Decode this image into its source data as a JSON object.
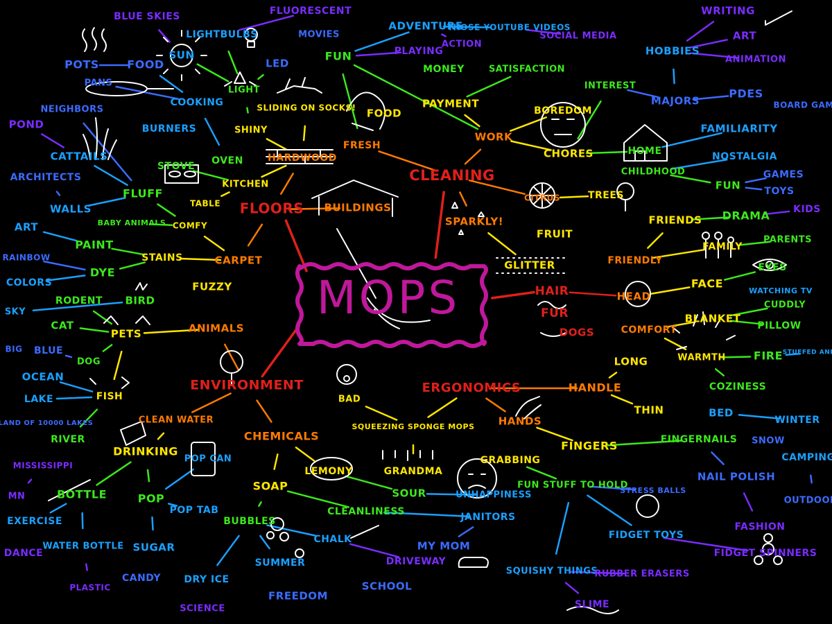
{
  "colors": {
    "background": "#000000",
    "center": "#c0189b",
    "red": "#e0201a",
    "orange": "#ff7a00",
    "yellow": "#ffe600",
    "green": "#3ce81c",
    "cyan": "#1aa0ff",
    "blue": "#3b6bff",
    "purple": "#7a2cff"
  },
  "map": {
    "center": "MOPS",
    "nodes": [
      {
        "id": "floors",
        "label": "FLOORS",
        "color": "red"
      },
      {
        "id": "buildings",
        "label": "BUILDINGS",
        "color": "orange"
      },
      {
        "id": "cleaning",
        "label": "CLEANING",
        "color": "red"
      },
      {
        "id": "sparkly",
        "label": "SPARKLY!",
        "color": "orange"
      },
      {
        "id": "glitter",
        "label": "GLITTER",
        "color": "yellow"
      },
      {
        "id": "hair",
        "label": "HAIR",
        "color": "red"
      },
      {
        "id": "fur",
        "label": "FUR",
        "color": "red"
      },
      {
        "id": "dogs",
        "label": "DOGS",
        "color": "red"
      },
      {
        "id": "environment",
        "label": "ENVIRONMENT",
        "color": "red"
      },
      {
        "id": "ergonomics",
        "label": "ERGONOMICS",
        "color": "red"
      },
      {
        "id": "chemicals",
        "label": "CHEMICALS",
        "color": "orange"
      },
      {
        "id": "animals",
        "label": "ANIMALS",
        "color": "orange"
      },
      {
        "id": "carpet",
        "label": "CARPET",
        "color": "orange"
      },
      {
        "id": "hardwood",
        "label": "HARDWOOD",
        "color": "orange"
      },
      {
        "id": "kitchen",
        "label": "KITCHEN",
        "color": "yellow"
      },
      {
        "id": "shiny",
        "label": "SHINY",
        "color": "yellow"
      },
      {
        "id": "sliding",
        "label": "SLIDING ON SOCKS!",
        "color": "yellow"
      },
      {
        "id": "light",
        "label": "LIGHT",
        "color": "green"
      },
      {
        "id": "sun",
        "label": "SUN",
        "color": "cyan"
      },
      {
        "id": "bluesky",
        "label": "BLUE SKIES",
        "color": "purple"
      },
      {
        "id": "lightbulbs",
        "label": "LIGHTBULBS",
        "color": "cyan"
      },
      {
        "id": "fluorescent",
        "label": "FLUORESCENT",
        "color": "purple"
      },
      {
        "id": "led",
        "label": "LED",
        "color": "blue"
      },
      {
        "id": "cooking",
        "label": "COOKING",
        "color": "cyan"
      },
      {
        "id": "pots",
        "label": "POTS",
        "color": "blue"
      },
      {
        "id": "food1",
        "label": "FOOD",
        "color": "blue"
      },
      {
        "id": "pans",
        "label": "PANS",
        "color": "blue"
      },
      {
        "id": "burners",
        "label": "BURNERS",
        "color": "cyan"
      },
      {
        "id": "stove",
        "label": "STOVE",
        "color": "green"
      },
      {
        "id": "oven",
        "label": "OVEN",
        "color": "green"
      },
      {
        "id": "table",
        "label": "TABLE",
        "color": "yellow"
      },
      {
        "id": "fluff",
        "label": "FLUFF",
        "color": "green"
      },
      {
        "id": "cattails",
        "label": "CATTAILS",
        "color": "cyan"
      },
      {
        "id": "pond",
        "label": "POND",
        "color": "purple"
      },
      {
        "id": "neighbors",
        "label": "NEIGHBORS",
        "color": "blue"
      },
      {
        "id": "architects",
        "label": "ARCHITECTS",
        "color": "blue"
      },
      {
        "id": "walls",
        "label": "WALLS",
        "color": "cyan"
      },
      {
        "id": "babyanimals",
        "label": "BABY ANIMALS",
        "color": "green"
      },
      {
        "id": "comfy",
        "label": "COMFY",
        "color": "yellow"
      },
      {
        "id": "art1",
        "label": "ART",
        "color": "cyan"
      },
      {
        "id": "paint",
        "label": "PAINT",
        "color": "green"
      },
      {
        "id": "rainbow",
        "label": "RAINBOW",
        "color": "blue"
      },
      {
        "id": "dye",
        "label": "DYE",
        "color": "green"
      },
      {
        "id": "colors",
        "label": "COLORS",
        "color": "cyan"
      },
      {
        "id": "stains",
        "label": "STAINS",
        "color": "yellow"
      },
      {
        "id": "fuzzy",
        "label": "FUZZY",
        "color": "yellow"
      },
      {
        "id": "rodent",
        "label": "RODENT",
        "color": "green"
      },
      {
        "id": "bird",
        "label": "BIRD",
        "color": "green"
      },
      {
        "id": "sky",
        "label": "SKY",
        "color": "cyan"
      },
      {
        "id": "cat",
        "label": "CAT",
        "color": "green"
      },
      {
        "id": "pets",
        "label": "PETS",
        "color": "yellow"
      },
      {
        "id": "big",
        "label": "BIG",
        "color": "blue"
      },
      {
        "id": "blue",
        "label": "BLUE",
        "color": "blue"
      },
      {
        "id": "dog",
        "label": "DOG",
        "color": "green"
      },
      {
        "id": "ocean",
        "label": "OCEAN",
        "color": "cyan"
      },
      {
        "id": "lake",
        "label": "LAKE",
        "color": "cyan"
      },
      {
        "id": "fish",
        "label": "FISH",
        "color": "yellow"
      },
      {
        "id": "land10000",
        "label": "LAND OF 10000 LAKES",
        "color": "blue"
      },
      {
        "id": "river",
        "label": "RIVER",
        "color": "green"
      },
      {
        "id": "mississippi",
        "label": "MISSISSIPPI",
        "color": "purple"
      },
      {
        "id": "mn",
        "label": "MN",
        "color": "purple"
      },
      {
        "id": "bottle",
        "label": "BOTTLE",
        "color": "green"
      },
      {
        "id": "exercise",
        "label": "EXERCISE",
        "color": "cyan"
      },
      {
        "id": "dance",
        "label": "DANCE",
        "color": "purple"
      },
      {
        "id": "waterbottle",
        "label": "WATER BOTTLE",
        "color": "cyan"
      },
      {
        "id": "plastic",
        "label": "PLASTIC",
        "color": "purple"
      },
      {
        "id": "drinking",
        "label": "DRINKING",
        "color": "yellow"
      },
      {
        "id": "cleanwater",
        "label": "CLEAN WATER",
        "color": "orange"
      },
      {
        "id": "pop",
        "label": "POP",
        "color": "green"
      },
      {
        "id": "popcan",
        "label": "POP CAN",
        "color": "cyan"
      },
      {
        "id": "poptab",
        "label": "POP TAB",
        "color": "cyan"
      },
      {
        "id": "sugar",
        "label": "SUGAR",
        "color": "cyan"
      },
      {
        "id": "candy",
        "label": "CANDY",
        "color": "blue"
      },
      {
        "id": "soap",
        "label": "SOAP",
        "color": "yellow"
      },
      {
        "id": "bubbles",
        "label": "BUBBLES",
        "color": "green"
      },
      {
        "id": "dryice",
        "label": "DRY ICE",
        "color": "cyan"
      },
      {
        "id": "science",
        "label": "SCIENCE",
        "color": "purple"
      },
      {
        "id": "summer",
        "label": "SUMMER",
        "color": "cyan"
      },
      {
        "id": "freedom",
        "label": "FREEDOM",
        "color": "blue"
      },
      {
        "id": "chalk",
        "label": "CHALK",
        "color": "cyan"
      },
      {
        "id": "driveway",
        "label": "DRIVEWAY",
        "color": "purple"
      },
      {
        "id": "school",
        "label": "SCHOOL",
        "color": "blue"
      },
      {
        "id": "cleanliness",
        "label": "CLEANLINESS",
        "color": "green"
      },
      {
        "id": "janitors",
        "label": "JANITORS",
        "color": "cyan"
      },
      {
        "id": "mymom",
        "label": "MY MOM",
        "color": "blue"
      },
      {
        "id": "lemony",
        "label": "LEMONY",
        "color": "yellow"
      },
      {
        "id": "sour",
        "label": "SOUR",
        "color": "green"
      },
      {
        "id": "unhappiness",
        "label": "UNHAPPINESS",
        "color": "cyan"
      },
      {
        "id": "bad",
        "label": "BAD",
        "color": "yellow"
      },
      {
        "id": "squeezing",
        "label": "SQUEEZING SPONGE MOPS",
        "color": "yellow"
      },
      {
        "id": "grandma",
        "label": "GRANDMA",
        "color": "yellow"
      },
      {
        "id": "hands",
        "label": "HANDS",
        "color": "orange"
      },
      {
        "id": "grabbing",
        "label": "GRABBING",
        "color": "yellow"
      },
      {
        "id": "funstuff",
        "label": "FUN STUFF TO HOLD",
        "color": "green"
      },
      {
        "id": "stressballs",
        "label": "STRESS BALLS",
        "color": "blue"
      },
      {
        "id": "fidgettoys",
        "label": "FIDGET TOYS",
        "color": "cyan"
      },
      {
        "id": "fidgetspinners",
        "label": "FIDGET SPINNERS",
        "color": "purple"
      },
      {
        "id": "squishy",
        "label": "SQUISHY THINGS",
        "color": "cyan"
      },
      {
        "id": "rubbererasers",
        "label": "RUBBER ERASERS",
        "color": "purple"
      },
      {
        "id": "slime",
        "label": "SLIME",
        "color": "purple"
      },
      {
        "id": "fingers",
        "label": "FINGERS",
        "color": "yellow"
      },
      {
        "id": "fingernails",
        "label": "FINGERNAILS",
        "color": "green"
      },
      {
        "id": "nailpolish",
        "label": "NAIL POLISH",
        "color": "blue"
      },
      {
        "id": "fashion",
        "label": "FASHION",
        "color": "purple"
      },
      {
        "id": "handle",
        "label": "HANDLE",
        "color": "orange"
      },
      {
        "id": "long",
        "label": "LONG",
        "color": "yellow"
      },
      {
        "id": "thin",
        "label": "THIN",
        "color": "yellow"
      },
      {
        "id": "head",
        "label": "HEAD",
        "color": "orange"
      },
      {
        "id": "face",
        "label": "FACE",
        "color": "yellow"
      },
      {
        "id": "eyes",
        "label": "EYES",
        "color": "green"
      },
      {
        "id": "watchingtv",
        "label": "WATCHING TV",
        "color": "cyan"
      },
      {
        "id": "friendly",
        "label": "FRIENDLY",
        "color": "orange"
      },
      {
        "id": "family",
        "label": "FAMILY",
        "color": "yellow"
      },
      {
        "id": "parents",
        "label": "PARENTS",
        "color": "green"
      },
      {
        "id": "friends",
        "label": "FRIENDS",
        "color": "yellow"
      },
      {
        "id": "drama",
        "label": "DRAMA",
        "color": "green"
      },
      {
        "id": "kids",
        "label": "KIDS",
        "color": "purple"
      },
      {
        "id": "comfort",
        "label": "COMFORT",
        "color": "orange"
      },
      {
        "id": "blanket",
        "label": "BLANKET",
        "color": "yellow"
      },
      {
        "id": "cuddly",
        "label": "CUDDLY",
        "color": "green"
      },
      {
        "id": "pillow",
        "label": "PILLOW",
        "color": "green"
      },
      {
        "id": "warmth",
        "label": "WARMTH",
        "color": "yellow"
      },
      {
        "id": "fire",
        "label": "FIRE",
        "color": "green"
      },
      {
        "id": "stuffedanimals",
        "label": "STUFFED ANIMALS",
        "color": "cyan"
      },
      {
        "id": "coziness",
        "label": "COZINESS",
        "color": "green"
      },
      {
        "id": "bed",
        "label": "BED",
        "color": "cyan"
      },
      {
        "id": "winter",
        "label": "WINTER",
        "color": "cyan"
      },
      {
        "id": "snow",
        "label": "SNOW",
        "color": "blue"
      },
      {
        "id": "camping",
        "label": "CAMPING",
        "color": "cyan"
      },
      {
        "id": "outdoors",
        "label": "OUTDOORS",
        "color": "blue"
      },
      {
        "id": "work",
        "label": "WORK",
        "color": "orange"
      },
      {
        "id": "boredom",
        "label": "BOREDOM",
        "color": "yellow"
      },
      {
        "id": "chores",
        "label": "CHORES",
        "color": "yellow"
      },
      {
        "id": "home",
        "label": "HOME",
        "color": "green"
      },
      {
        "id": "childhood",
        "label": "CHILDHOOD",
        "color": "green"
      },
      {
        "id": "nostalgia",
        "label": "NOSTALGIA",
        "color": "cyan"
      },
      {
        "id": "familiarity",
        "label": "FAMILIARITY",
        "color": "cyan"
      },
      {
        "id": "fun2",
        "label": "FUN",
        "color": "green"
      },
      {
        "id": "games",
        "label": "GAMES",
        "color": "blue"
      },
      {
        "id": "toys",
        "label": "TOYS",
        "color": "blue"
      },
      {
        "id": "payment",
        "label": "PAYMENT",
        "color": "yellow"
      },
      {
        "id": "money",
        "label": "MONEY",
        "color": "green"
      },
      {
        "id": "satisfaction",
        "label": "SATISFACTION",
        "color": "green"
      },
      {
        "id": "interest",
        "label": "INTEREST",
        "color": "green"
      },
      {
        "id": "majors",
        "label": "MAJORS",
        "color": "blue"
      },
      {
        "id": "pdes",
        "label": "PDES",
        "color": "blue"
      },
      {
        "id": "boardgames",
        "label": "BOARD GAMES",
        "color": "blue"
      },
      {
        "id": "hobbies",
        "label": "HOBBIES",
        "color": "cyan"
      },
      {
        "id": "writing",
        "label": "WRITING",
        "color": "purple"
      },
      {
        "id": "art2",
        "label": "ART",
        "color": "purple"
      },
      {
        "id": "animation",
        "label": "ANIMATION",
        "color": "purple"
      },
      {
        "id": "citrus",
        "label": "CITRUS",
        "color": "orange"
      },
      {
        "id": "trees",
        "label": "TREES",
        "color": "yellow"
      },
      {
        "id": "fruit",
        "label": "FRUIT",
        "color": "yellow"
      },
      {
        "id": "food2",
        "label": "FOOD",
        "color": "yellow"
      },
      {
        "id": "fresh",
        "label": "FRESH",
        "color": "orange"
      },
      {
        "id": "fun1",
        "label": "FUN",
        "color": "green"
      },
      {
        "id": "movies",
        "label": "MOVIES",
        "color": "blue"
      },
      {
        "id": "adventure",
        "label": "ADVENTURE",
        "color": "cyan"
      },
      {
        "id": "action",
        "label": "ACTION",
        "color": "purple"
      },
      {
        "id": "playing",
        "label": "PLAYING",
        "color": "purple"
      },
      {
        "id": "youtube",
        "label": "THOSE YOUTUBE VIDEOS",
        "color": "cyan"
      },
      {
        "id": "socialmedia",
        "label": "SOCIAL MEDIA",
        "color": "purple"
      }
    ]
  }
}
